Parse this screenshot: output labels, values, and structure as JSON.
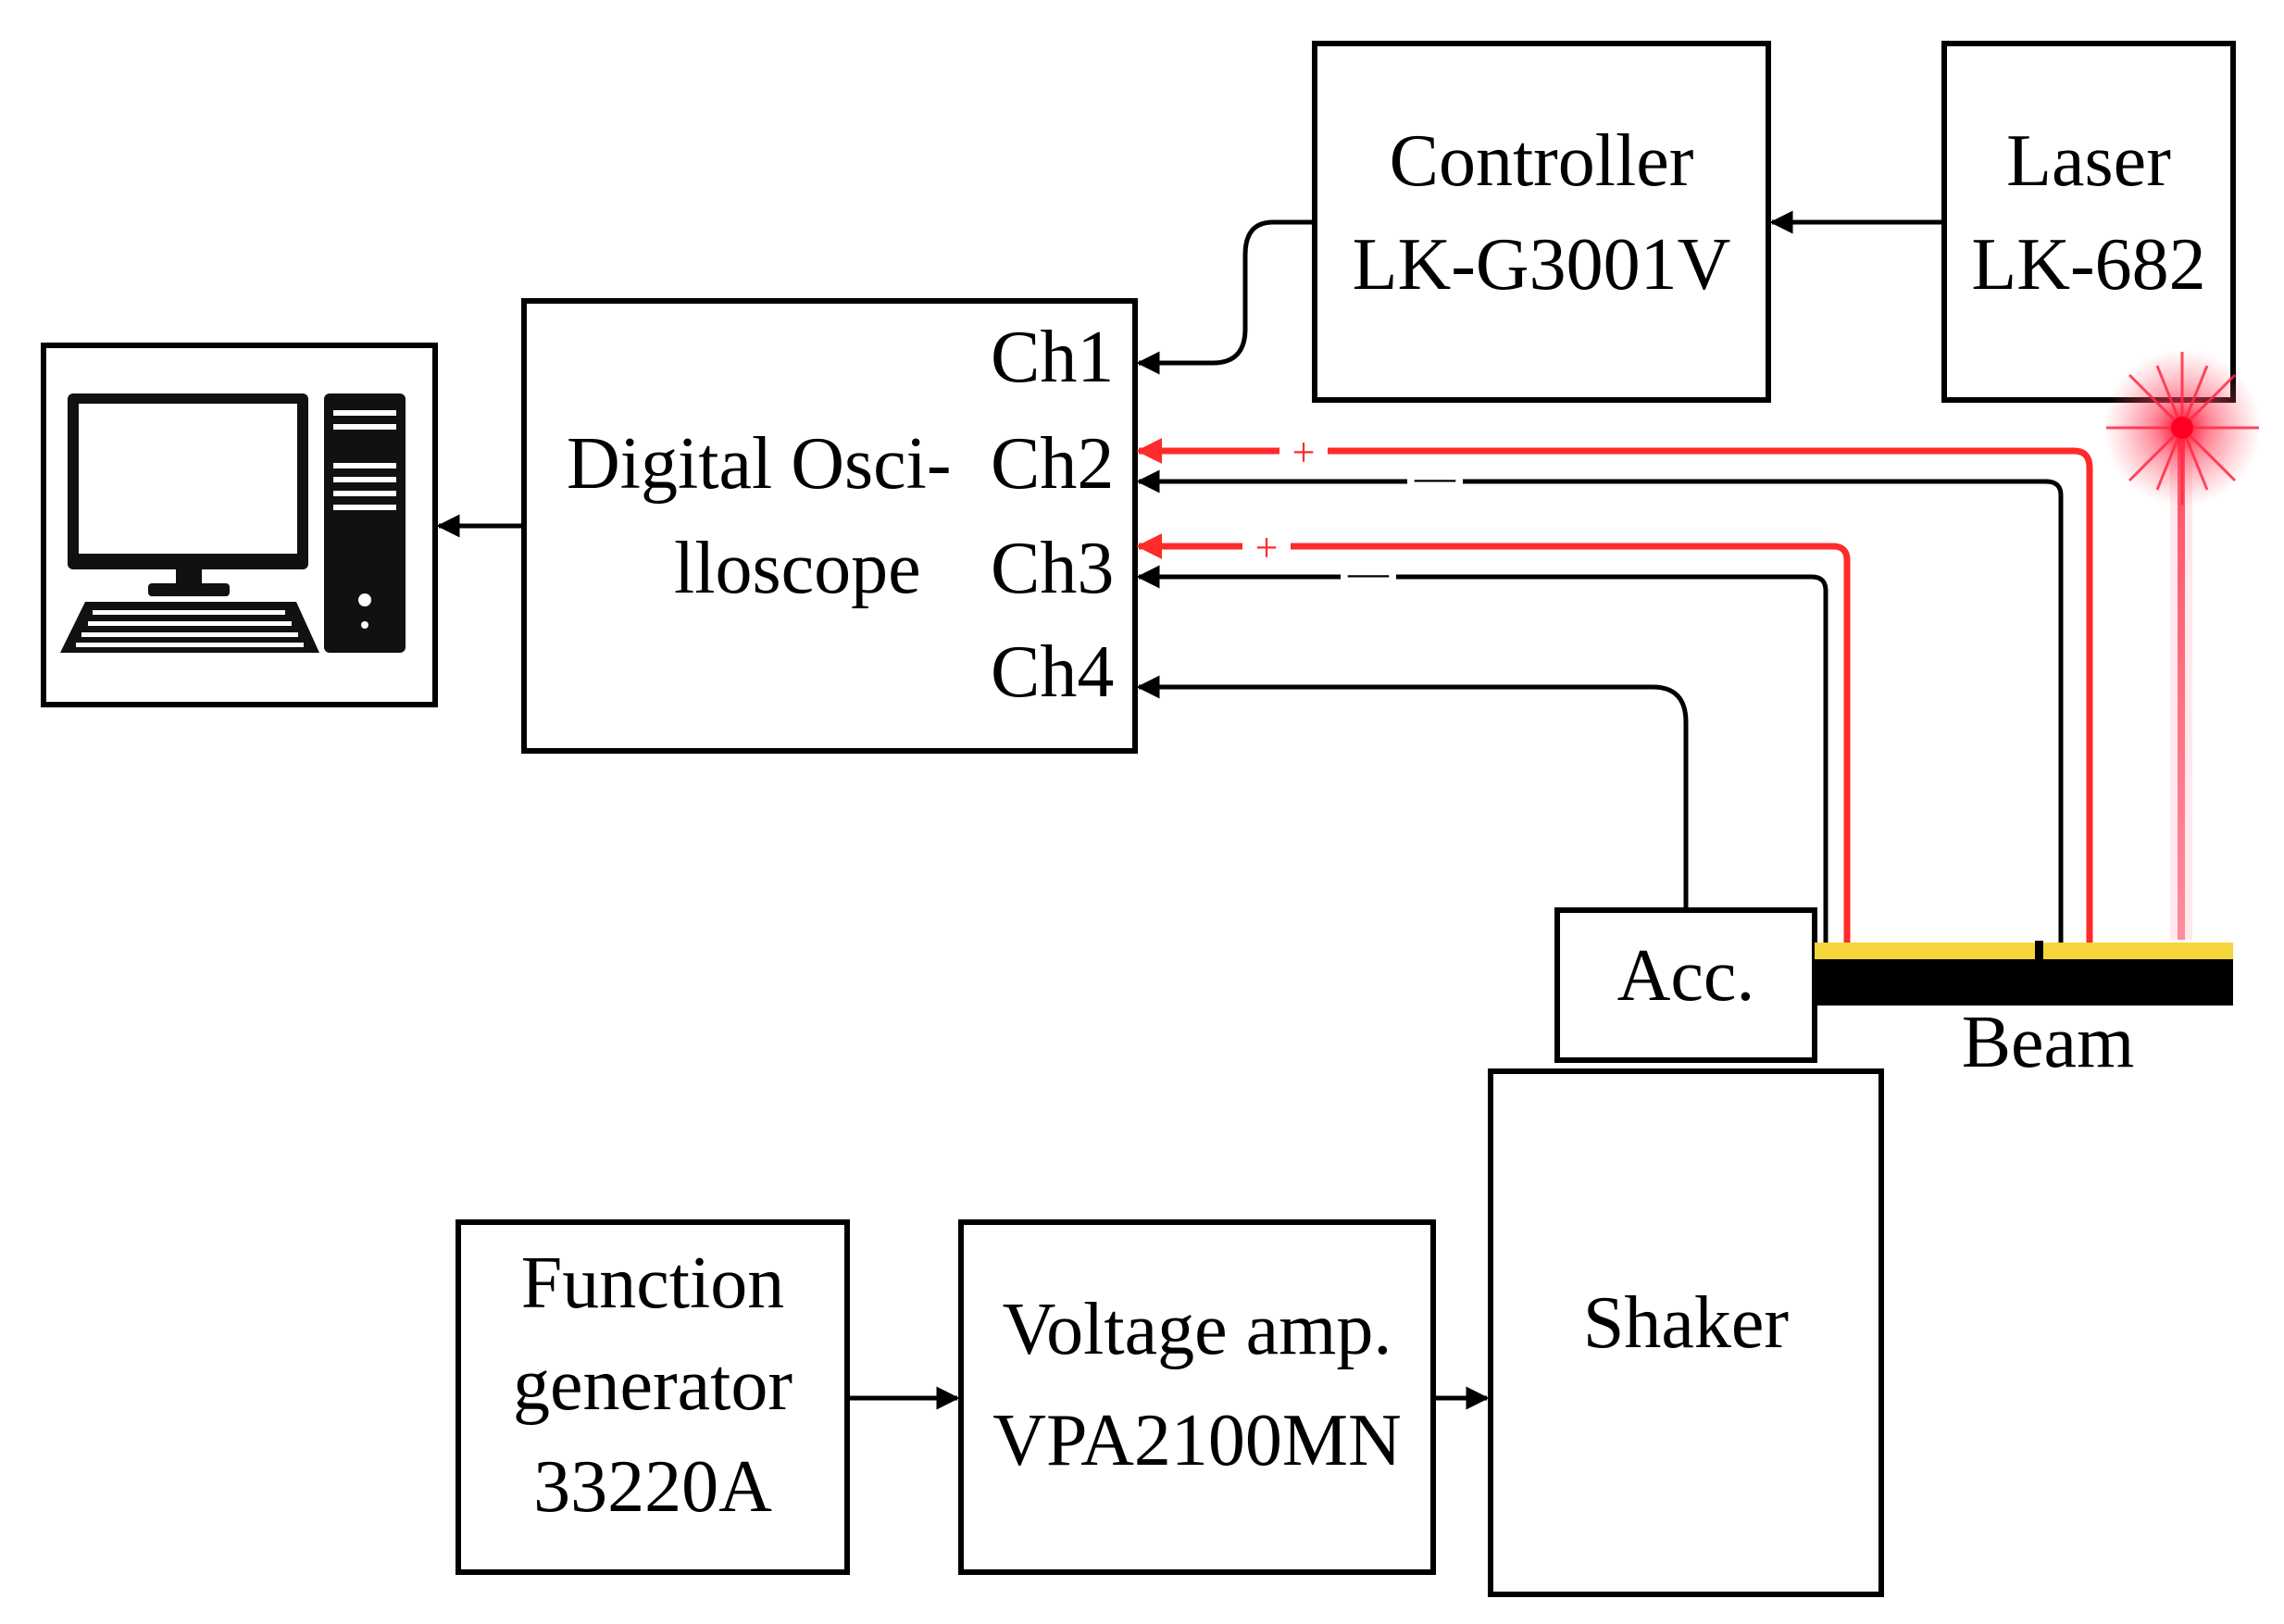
{
  "boxes": {
    "controller": {
      "line1": "Controller",
      "line2": "LK-G3001V"
    },
    "laser": {
      "line1": "Laser",
      "line2": "LK-682"
    },
    "oscilloscope": {
      "line1": "Digital Osci-",
      "line2": "lloscope"
    },
    "acc": {
      "label": "Acc."
    },
    "shaker": {
      "label": "Shaker"
    },
    "function_generator": {
      "line1": "Function",
      "line2": "generator",
      "line3": "33220A"
    },
    "voltage_amp": {
      "line1": "Voltage amp.",
      "line2": "VPA2100MN"
    }
  },
  "channels": [
    "Ch1",
    "Ch2",
    "Ch3",
    "Ch4"
  ],
  "beam": {
    "label": "Beam"
  },
  "signs": {
    "plus": "+",
    "minus": "—"
  },
  "colors": {
    "positive_wire": "#ff2a2a",
    "ground_wire": "#000000",
    "piezo_layer": "#f5d63a",
    "beam": "#000000",
    "laser_glow": "#ff1a3a"
  },
  "icons": {
    "computer": "desktop-computer-icon"
  }
}
